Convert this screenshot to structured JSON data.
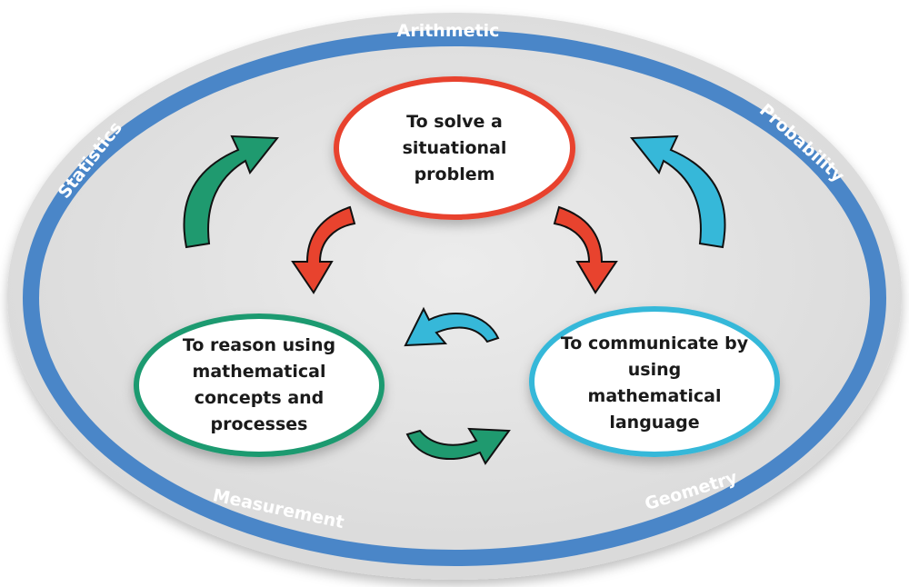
{
  "ring_labels": {
    "top": "Arithmetic",
    "upper_left": "Statistics",
    "upper_right": "Probability",
    "lower_left": "Measurement",
    "lower_right": "Geometry"
  },
  "competencies": {
    "solve": "To solve a situational problem",
    "reason": "To reason using mathematical concepts and processes",
    "communicate": "To communicate by using mathematical language"
  },
  "colors": {
    "ring": "#4a86c8",
    "fill": "#e4e4e4",
    "red": "#e8432e",
    "green": "#1f9a6f",
    "cyan": "#36b8d9"
  }
}
